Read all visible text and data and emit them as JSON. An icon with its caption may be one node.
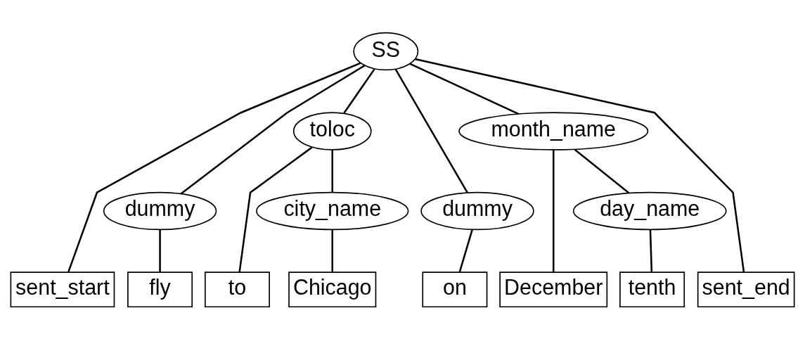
{
  "diagram": {
    "nodes": [
      {
        "text": [
          "SS"
        ]
      },
      {
        "text": [
          "toloc"
        ]
      },
      {
        "text": [
          "month_name"
        ]
      },
      {
        "text": [
          "dummy"
        ]
      },
      {
        "text": [
          "city_name"
        ]
      },
      {
        "text": [
          "dummy"
        ]
      },
      {
        "text": [
          "day_name"
        ]
      },
      {
        "text": [
          "sent_start"
        ]
      },
      {
        "text": [
          "fly"
        ]
      },
      {
        "text": [
          "to"
        ]
      },
      {
        "text": [
          "Chicago"
        ]
      },
      {
        "text": [
          "on"
        ]
      },
      {
        "text": [
          "December"
        ]
      },
      {
        "text": [
          "tenth"
        ]
      },
      {
        "text": [
          "sent_end"
        ]
      }
    ],
    "edges": [
      {
        "from": 0,
        "to": 7,
        "arrow": "none"
      },
      {
        "from": 0,
        "to": 3,
        "arrow": "none"
      },
      {
        "from": 0,
        "to": 1,
        "arrow": "none"
      },
      {
        "from": 0,
        "to": 5,
        "arrow": "none"
      },
      {
        "from": 0,
        "to": 2,
        "arrow": "none"
      },
      {
        "from": 0,
        "to": 14,
        "arrow": "none"
      },
      {
        "from": 3,
        "to": 8,
        "arrow": "none"
      },
      {
        "from": 1,
        "to": 9,
        "arrow": "none"
      },
      {
        "from": 1,
        "to": 4,
        "arrow": "none"
      },
      {
        "from": 4,
        "to": 10,
        "arrow": "none"
      },
      {
        "from": 5,
        "to": 11,
        "arrow": "none"
      },
      {
        "from": 2,
        "to": 12,
        "arrow": "none"
      },
      {
        "from": 2,
        "to": 6,
        "arrow": "none"
      },
      {
        "from": 6,
        "to": 13,
        "arrow": "none"
      }
    ]
  }
}
